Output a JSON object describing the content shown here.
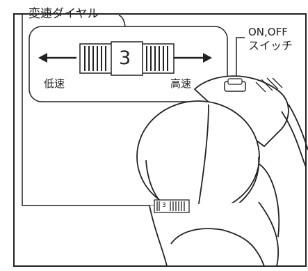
{
  "labels": {
    "speed_dial": "変速ダイヤル",
    "switch_line1": "ON,OFF",
    "switch_line2": "スイッチ",
    "low_speed": "低速",
    "high_speed": "高速",
    "dial_value": "3",
    "dial_value_small": "3"
  },
  "colors": {
    "line": "#222222",
    "fill": "#ffffff",
    "shade": "#dddddd"
  }
}
